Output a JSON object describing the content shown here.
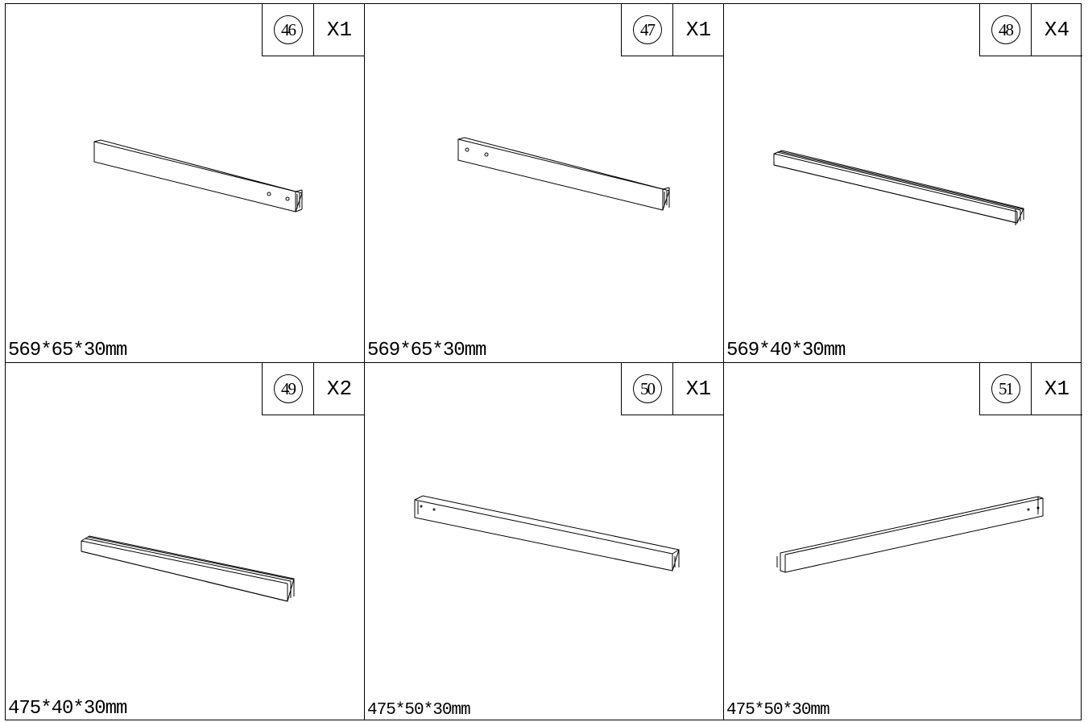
{
  "parts": [
    {
      "number": "46",
      "quantity": "X1",
      "dimensions": "569*65*30mm"
    },
    {
      "number": "47",
      "quantity": "X1",
      "dimensions": "569*65*30mm"
    },
    {
      "number": "48",
      "quantity": "X4",
      "dimensions": "569*40*30mm"
    },
    {
      "number": "49",
      "quantity": "X2",
      "dimensions": "475*40*30mm"
    },
    {
      "number": "50",
      "quantity": "X1",
      "dimensions": "475*50*30mm"
    },
    {
      "number": "51",
      "quantity": "X1",
      "dimensions": "475*50*30mm"
    }
  ]
}
